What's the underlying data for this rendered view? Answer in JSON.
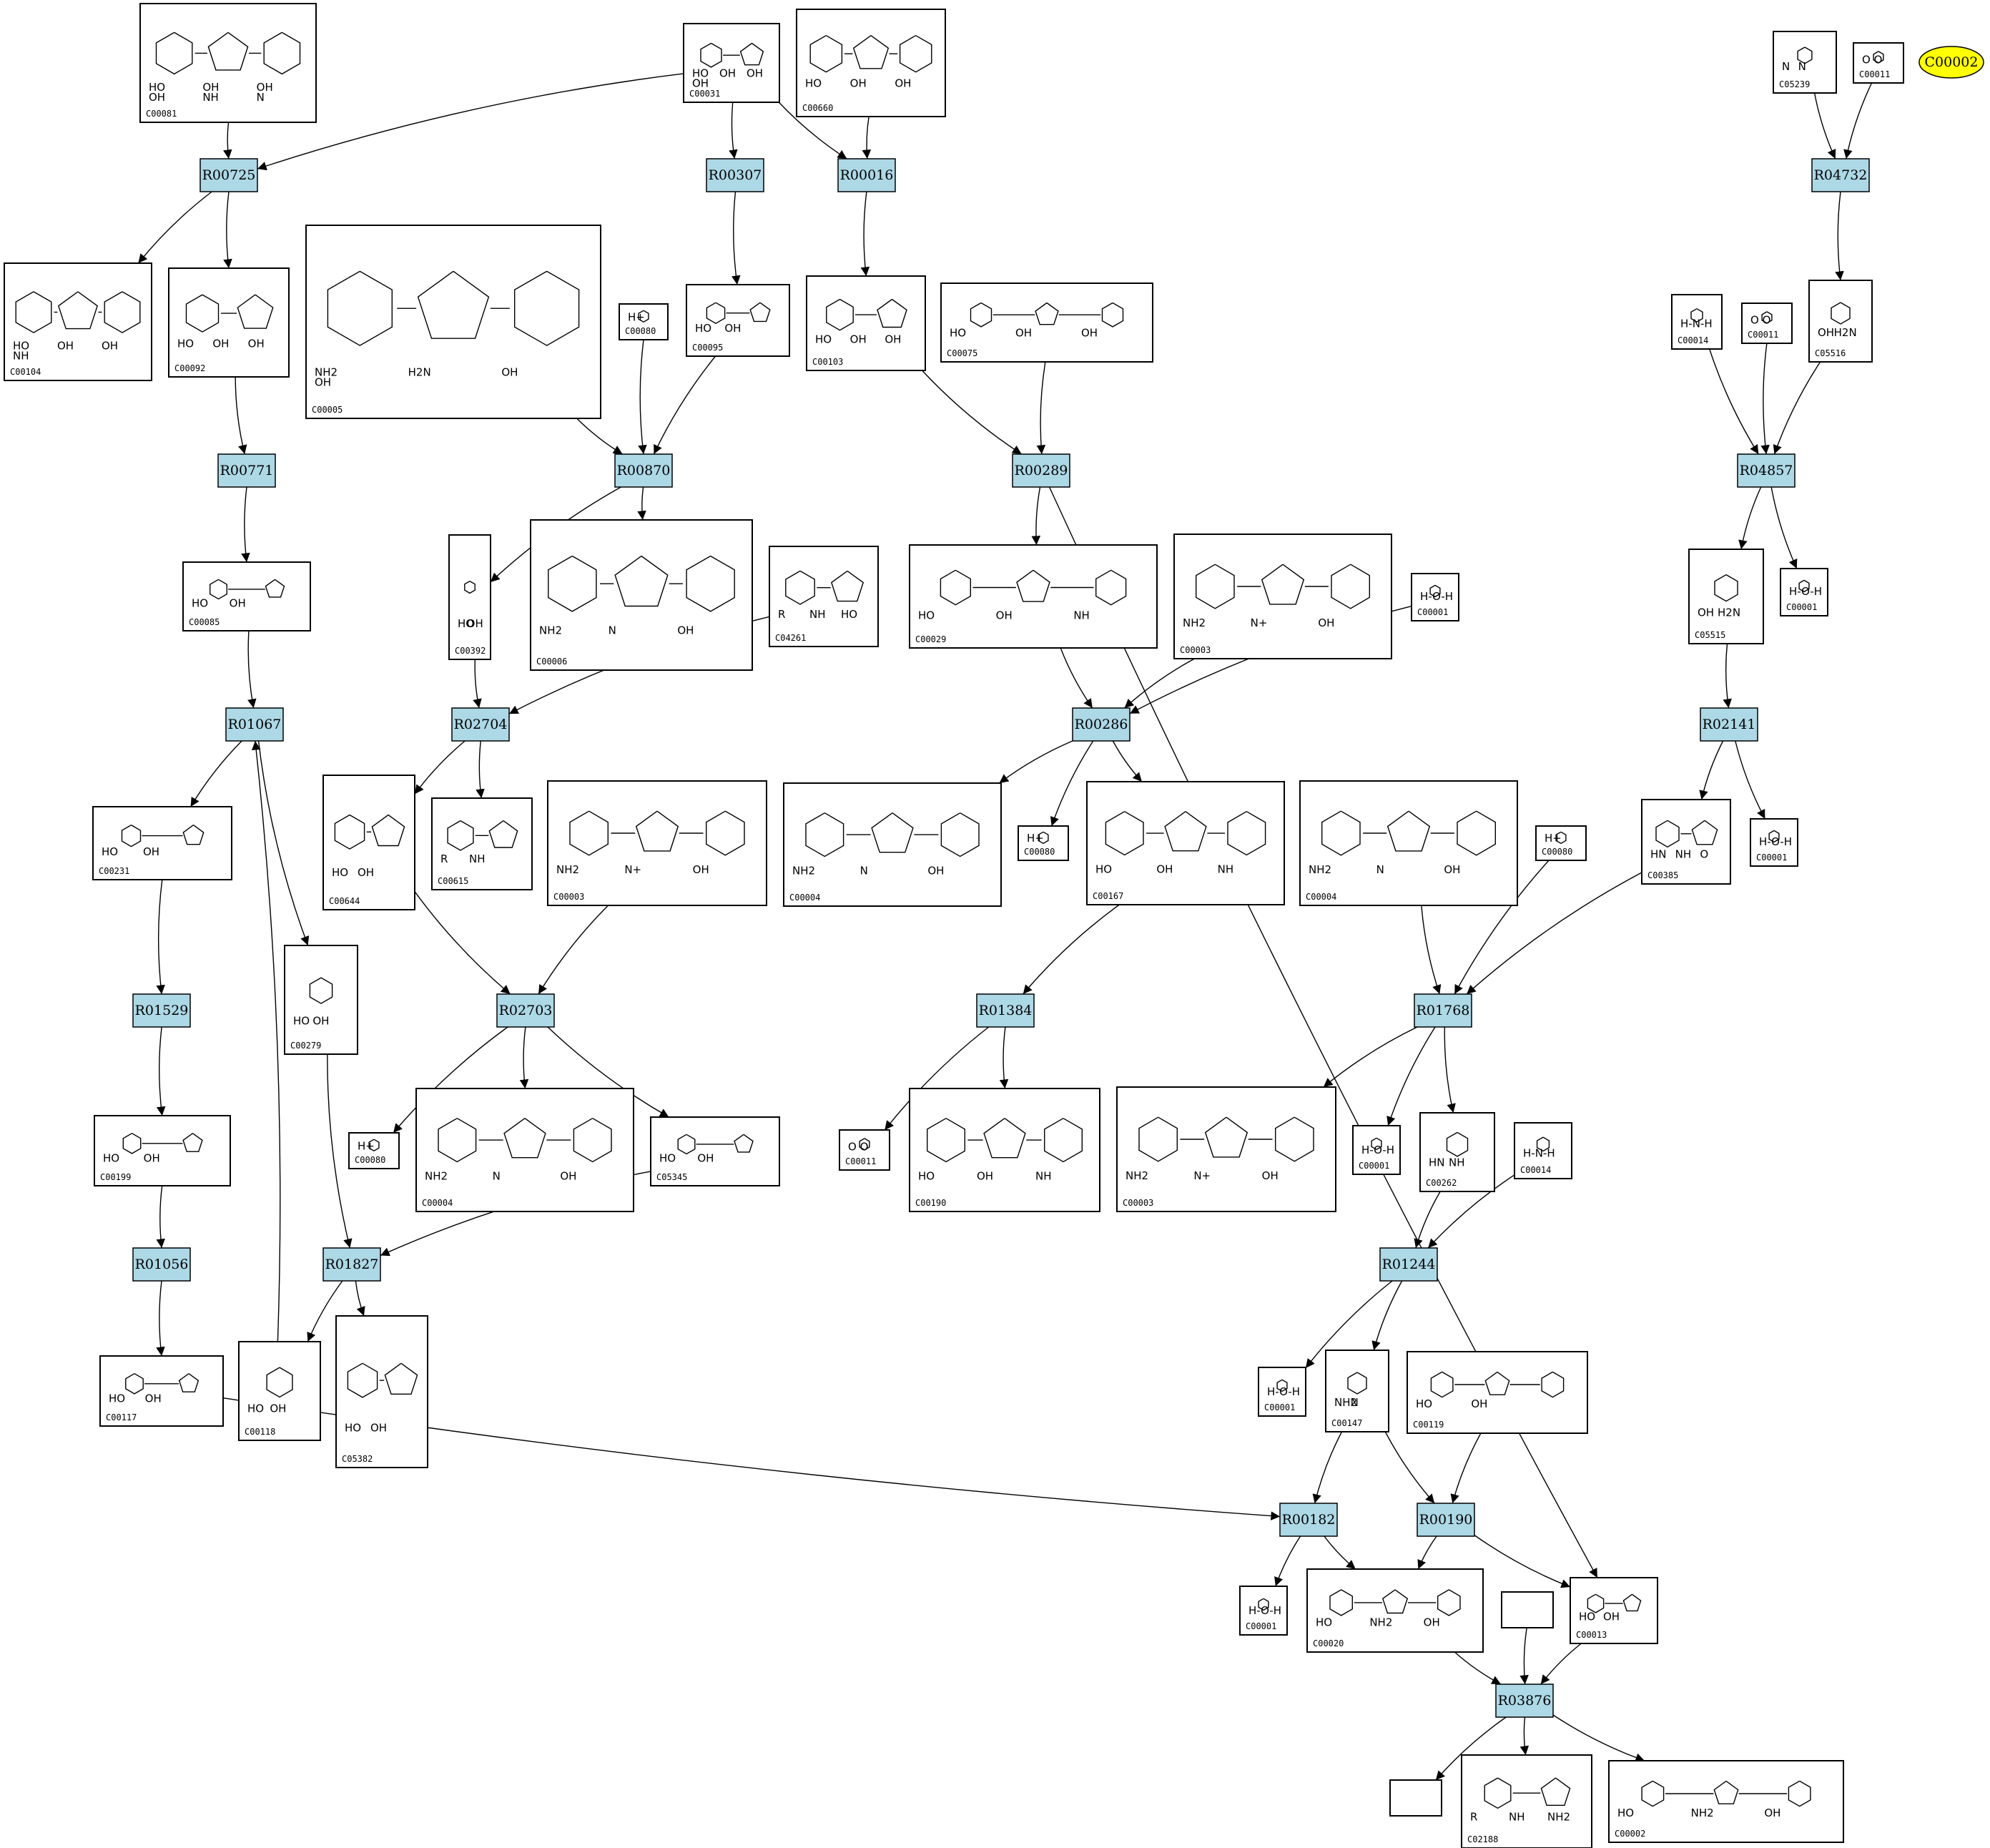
{
  "highlight_color": "#ffff00",
  "reaction_color": "#add8e6",
  "special": {
    "id": "C00002"
  },
  "reactions": [
    {
      "id": "R00725"
    },
    {
      "id": "R00307"
    },
    {
      "id": "R00016"
    },
    {
      "id": "R04732"
    },
    {
      "id": "R00771"
    },
    {
      "id": "R00870"
    },
    {
      "id": "R00289"
    },
    {
      "id": "R04857"
    },
    {
      "id": "R01067"
    },
    {
      "id": "R02704"
    },
    {
      "id": "R00286"
    },
    {
      "id": "R02141"
    },
    {
      "id": "R01529"
    },
    {
      "id": "R02703"
    },
    {
      "id": "R01384"
    },
    {
      "id": "R01768"
    },
    {
      "id": "R01056"
    },
    {
      "id": "R01827"
    },
    {
      "id": "R01244"
    },
    {
      "id": "R00182"
    },
    {
      "id": "R00190"
    },
    {
      "id": "R03876"
    }
  ],
  "compounds": [
    {
      "id": "C00081",
      "label": "C00081",
      "atoms": [
        "HO",
        "OH",
        "OH",
        "OH",
        "NH",
        "N"
      ]
    },
    {
      "id": "C00031",
      "label": "C00031",
      "atoms": [
        "HO",
        "OH",
        "OH",
        "OH"
      ]
    },
    {
      "id": "C00660",
      "label": "C00660",
      "atoms": [
        "HO",
        "OH",
        "OH"
      ]
    },
    {
      "id": "C05239",
      "label": "C05239",
      "atoms": [
        "N",
        "N"
      ]
    },
    {
      "id": "C00011a",
      "label": "C00011",
      "atoms": [
        "O",
        "O"
      ]
    },
    {
      "id": "C00104",
      "label": "C00104",
      "atoms": [
        "HO",
        "OH",
        "OH",
        "NH"
      ]
    },
    {
      "id": "C00092",
      "label": "C00092",
      "atoms": [
        "HO",
        "OH",
        "OH"
      ]
    },
    {
      "id": "C00005",
      "label": "C00005",
      "atoms": [
        "NH2",
        "H2N",
        "OH",
        "OH"
      ]
    },
    {
      "id": "C00080a",
      "label": "C00080",
      "atoms": [
        "H+"
      ]
    },
    {
      "id": "C00095",
      "label": "C00095",
      "atoms": [
        "HO",
        "OH"
      ]
    },
    {
      "id": "C00103",
      "label": "C00103",
      "atoms": [
        "HO",
        "OH",
        "OH"
      ]
    },
    {
      "id": "C00075",
      "label": "C00075",
      "atoms": [
        "HO",
        "OH",
        "OH"
      ]
    },
    {
      "id": "C00014a",
      "label": "C00014",
      "atoms": [
        "H-N-H"
      ]
    },
    {
      "id": "C00011b",
      "label": "C00011",
      "atoms": [
        "O",
        "O"
      ]
    },
    {
      "id": "C05516",
      "label": "C05516",
      "atoms": [
        "OH",
        "H2N"
      ]
    },
    {
      "id": "C00085",
      "label": "C00085",
      "atoms": [
        "HO",
        "OH"
      ]
    },
    {
      "id": "C00392",
      "label": "C00392",
      "atoms": [
        "HO",
        "OH"
      ]
    },
    {
      "id": "C00006",
      "label": "C00006",
      "atoms": [
        "NH2",
        "N",
        "OH"
      ]
    },
    {
      "id": "C04261",
      "label": "C04261",
      "atoms": [
        "R",
        "NH",
        "HO"
      ]
    },
    {
      "id": "C00029",
      "label": "C00029",
      "atoms": [
        "HO",
        "OH",
        "NH"
      ]
    },
    {
      "id": "C00003a",
      "label": "C00003",
      "atoms": [
        "NH2",
        "N+",
        "OH"
      ]
    },
    {
      "id": "C00001a",
      "label": "C00001",
      "atoms": [
        "H-O-H"
      ]
    },
    {
      "id": "C05515",
      "label": "C05515",
      "atoms": [
        "OH",
        "H2N"
      ]
    },
    {
      "id": "C00001b",
      "label": "C00001",
      "atoms": [
        "H-O-H"
      ]
    },
    {
      "id": "C00231",
      "label": "C00231",
      "atoms": [
        "HO",
        "OH"
      ]
    },
    {
      "id": "C00644",
      "label": "C00644",
      "atoms": [
        "HO",
        "OH"
      ]
    },
    {
      "id": "C00615",
      "label": "C00615",
      "atoms": [
        "R",
        "NH"
      ]
    },
    {
      "id": "C00003b",
      "label": "C00003",
      "atoms": [
        "NH2",
        "N+",
        "OH"
      ]
    },
    {
      "id": "C00004a",
      "label": "C00004",
      "atoms": [
        "NH2",
        "N",
        "OH"
      ]
    },
    {
      "id": "C00080b",
      "label": "C00080",
      "atoms": [
        "H+"
      ]
    },
    {
      "id": "C00167",
      "label": "C00167",
      "atoms": [
        "HO",
        "OH",
        "NH"
      ]
    },
    {
      "id": "C00004b",
      "label": "C00004",
      "atoms": [
        "NH2",
        "N",
        "OH"
      ]
    },
    {
      "id": "C00080c",
      "label": "C00080",
      "atoms": [
        "H+"
      ]
    },
    {
      "id": "C00385",
      "label": "C00385",
      "atoms": [
        "HN",
        "NH",
        "O"
      ]
    },
    {
      "id": "C00001c",
      "label": "C00001",
      "atoms": [
        "H-O-H"
      ]
    },
    {
      "id": "C00279",
      "label": "C00279",
      "atoms": [
        "HO",
        "OH"
      ]
    },
    {
      "id": "C00199",
      "label": "C00199",
      "atoms": [
        "HO",
        "OH"
      ]
    },
    {
      "id": "C00080d",
      "label": "C00080",
      "atoms": [
        "H+"
      ]
    },
    {
      "id": "C00004c",
      "label": "C00004",
      "atoms": [
        "NH2",
        "N",
        "OH"
      ]
    },
    {
      "id": "C05345",
      "label": "C05345",
      "atoms": [
        "HO",
        "OH"
      ]
    },
    {
      "id": "C00011c",
      "label": "C00011",
      "atoms": [
        "O",
        "O"
      ]
    },
    {
      "id": "C00190",
      "label": "C00190",
      "atoms": [
        "HO",
        "OH",
        "NH"
      ]
    },
    {
      "id": "C00003c",
      "label": "C00003",
      "atoms": [
        "NH2",
        "N+",
        "OH"
      ]
    },
    {
      "id": "C00001d",
      "label": "C00001",
      "atoms": [
        "H-O-H"
      ]
    },
    {
      "id": "C00262",
      "label": "C00262",
      "atoms": [
        "HN",
        "NH"
      ]
    },
    {
      "id": "C00014b",
      "label": "C00014",
      "atoms": [
        "H-N-H"
      ]
    },
    {
      "id": "C00117",
      "label": "C00117",
      "atoms": [
        "HO",
        "OH"
      ]
    },
    {
      "id": "C00118",
      "label": "C00118",
      "atoms": [
        "HO",
        "OH"
      ]
    },
    {
      "id": "C05382",
      "label": "C05382",
      "atoms": [
        "HO",
        "OH"
      ]
    },
    {
      "id": "C00001e",
      "label": "C00001",
      "atoms": [
        "H-O-H"
      ]
    },
    {
      "id": "C00147",
      "label": "C00147",
      "atoms": [
        "NH2",
        "N"
      ]
    },
    {
      "id": "C00119",
      "label": "C00119",
      "atoms": [
        "HO",
        "OH"
      ]
    },
    {
      "id": "C00001f",
      "label": "C00001",
      "atoms": [
        "H-O-H"
      ]
    },
    {
      "id": "C00020",
      "label": "C00020",
      "atoms": [
        "HO",
        "NH2",
        "OH"
      ]
    },
    {
      "id": "BLANK1",
      "label": "",
      "atoms": []
    },
    {
      "id": "C00013",
      "label": "C00013",
      "atoms": [
        "HO",
        "OH"
      ]
    },
    {
      "id": "BLANK2",
      "label": "",
      "atoms": []
    },
    {
      "id": "C02188",
      "label": "C02188",
      "atoms": [
        "R",
        "NH",
        "NH2"
      ]
    },
    {
      "id": "C00002",
      "label": "C00002",
      "atoms": [
        "HO",
        "NH2",
        "OH"
      ]
    }
  ],
  "edges": [
    [
      "C00081",
      "R00725"
    ],
    [
      "C00031",
      "R00725"
    ],
    [
      "C00031",
      "R00307"
    ],
    [
      "C00031",
      "R00016"
    ],
    [
      "C00660",
      "R00016"
    ],
    [
      "C05239",
      "R04732"
    ],
    [
      "C00011a",
      "R04732"
    ],
    [
      "R00725",
      "C00104"
    ],
    [
      "R00725",
      "C00092"
    ],
    [
      "R00307",
      "C00095"
    ],
    [
      "R00016",
      "C00103"
    ],
    [
      "R04732",
      "C05516"
    ],
    [
      "C00092",
      "R00771"
    ],
    [
      "C00005",
      "R00870"
    ],
    [
      "C00080a",
      "R00870"
    ],
    [
      "C00095",
      "R00870"
    ],
    [
      "C00103",
      "R00289"
    ],
    [
      "C00075",
      "R00289"
    ],
    [
      "C00014a",
      "R04857"
    ],
    [
      "C00011b",
      "R04857"
    ],
    [
      "C05516",
      "R04857"
    ],
    [
      "R00771",
      "C00085"
    ],
    [
      "R00870",
      "C00392"
    ],
    [
      "R00870",
      "C00006"
    ],
    [
      "R00289",
      "C00029"
    ],
    [
      "R00289",
      "C00013"
    ],
    [
      "R04857",
      "C05515"
    ],
    [
      "R04857",
      "C00001b"
    ],
    [
      "C00085",
      "R01067"
    ],
    [
      "C00392",
      "R02704"
    ],
    [
      "C04261",
      "R02704"
    ],
    [
      "C00029",
      "R00286"
    ],
    [
      "C00003a",
      "R00286"
    ],
    [
      "C00001a",
      "R00286"
    ],
    [
      "C05515",
      "R02141"
    ],
    [
      "R01067",
      "C00231"
    ],
    [
      "R01067",
      "C00279"
    ],
    [
      "R02704",
      "C00644"
    ],
    [
      "R02704",
      "C00615"
    ],
    [
      "R00286",
      "C00004a"
    ],
    [
      "R00286",
      "C00080b"
    ],
    [
      "R00286",
      "C00167"
    ],
    [
      "R02141",
      "C00385"
    ],
    [
      "R02141",
      "C00001c"
    ],
    [
      "C00231",
      "R01529"
    ],
    [
      "C00644",
      "R02703"
    ],
    [
      "C00003b",
      "R02703"
    ],
    [
      "C00167",
      "R01384"
    ],
    [
      "C00004b",
      "R01768"
    ],
    [
      "C00080c",
      "R01768"
    ],
    [
      "C00385",
      "R01768"
    ],
    [
      "R01529",
      "C00199"
    ],
    [
      "R02703",
      "C00080d"
    ],
    [
      "R02703",
      "C00004c"
    ],
    [
      "R02703",
      "C05345"
    ],
    [
      "R01384",
      "C00011c"
    ],
    [
      "R01384",
      "C00190"
    ],
    [
      "R01768",
      "C00003c"
    ],
    [
      "R01768",
      "C00001d"
    ],
    [
      "R01768",
      "C00262"
    ],
    [
      "C00199",
      "R01056"
    ],
    [
      "C00279",
      "R01827"
    ],
    [
      "C05345",
      "R01827"
    ],
    [
      "C00262",
      "R01244"
    ],
    [
      "C00014b",
      "R01244"
    ],
    [
      "R01056",
      "C00117"
    ],
    [
      "R01827",
      "C00118"
    ],
    [
      "R01827",
      "C05382"
    ],
    [
      "C00118",
      "R01067"
    ],
    [
      "R01244",
      "C00001e"
    ],
    [
      "R01244",
      "C00147"
    ],
    [
      "C00117",
      "R00182"
    ],
    [
      "C00147",
      "R00182"
    ],
    [
      "C00147",
      "R00190"
    ],
    [
      "C00119",
      "R00190"
    ],
    [
      "R00182",
      "C00001f"
    ],
    [
      "R00182",
      "C00020"
    ],
    [
      "R00190",
      "C00020"
    ],
    [
      "R00190",
      "C00013"
    ],
    [
      "C00020",
      "R03876"
    ],
    [
      "BLANK1",
      "R03876"
    ],
    [
      "C00013",
      "R03876"
    ],
    [
      "R03876",
      "BLANK2"
    ],
    [
      "R03876",
      "C02188"
    ],
    [
      "R03876",
      "C00002"
    ]
  ]
}
